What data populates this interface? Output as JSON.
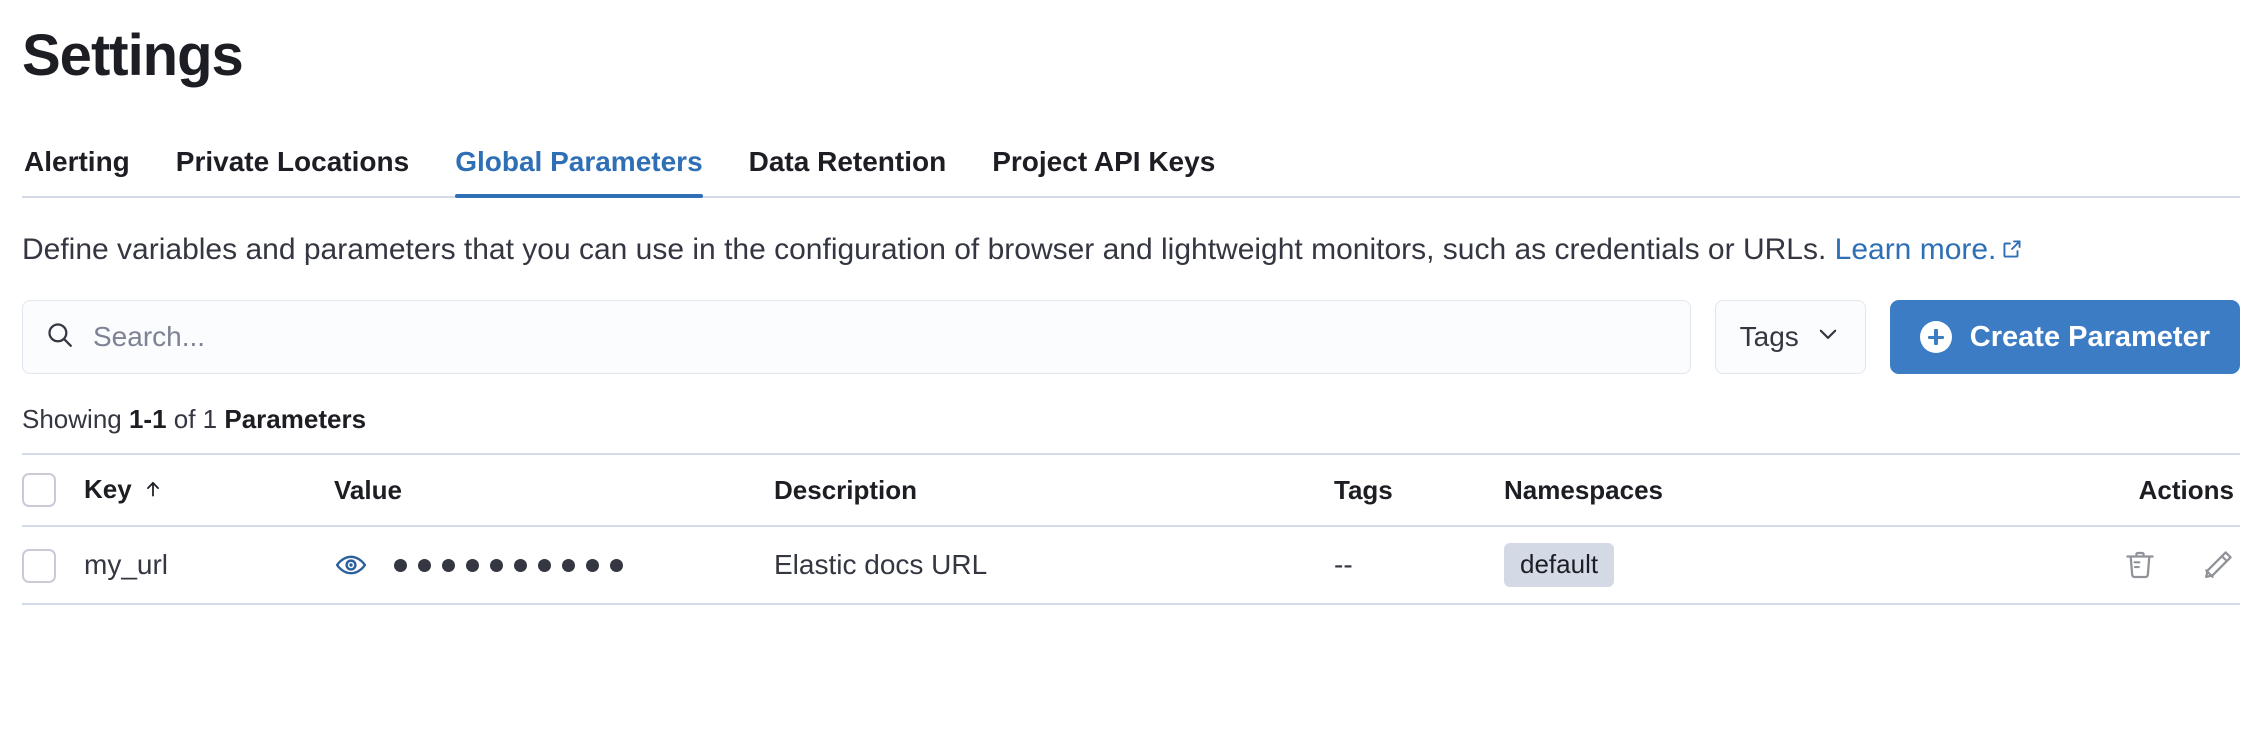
{
  "header": {
    "title": "Settings"
  },
  "tabs": [
    {
      "label": "Alerting",
      "active": false
    },
    {
      "label": "Private Locations",
      "active": false
    },
    {
      "label": "Global Parameters",
      "active": true
    },
    {
      "label": "Data Retention",
      "active": false
    },
    {
      "label": "Project API Keys",
      "active": false
    }
  ],
  "description": {
    "text": "Define variables and parameters that you can use in the configuration of browser and lightweight monitors, such as credentials or URLs.",
    "link_text": "Learn more.",
    "link_icon": "external-link-icon"
  },
  "controls": {
    "search_placeholder": "Search...",
    "search_value": "",
    "search_icon": "search-icon",
    "tags_label": "Tags",
    "tags_chevron_icon": "chevron-down-icon",
    "create_label": "Create Parameter",
    "create_icon": "plus-circle-icon"
  },
  "results": {
    "showing_prefix": "Showing ",
    "range": "1-1",
    "of_text": " of 1 ",
    "entity": "Parameters"
  },
  "table": {
    "columns": [
      {
        "key": "select",
        "label": ""
      },
      {
        "key": "key",
        "label": "Key",
        "sort_icon": "sort-ascending-arrow-icon"
      },
      {
        "key": "value",
        "label": "Value"
      },
      {
        "key": "description",
        "label": "Description"
      },
      {
        "key": "tags",
        "label": "Tags"
      },
      {
        "key": "namespaces",
        "label": "Namespaces"
      },
      {
        "key": "actions",
        "label": "Actions"
      }
    ],
    "rows": [
      {
        "key": "my_url",
        "value_masked_dots": 10,
        "value_reveal_icon": "eye-icon",
        "description": "Elastic docs URL",
        "tags": "--",
        "namespaces": "default",
        "actions": [
          "trash-icon",
          "pencil-icon"
        ]
      }
    ]
  },
  "colors": {
    "accent_blue": "#3c7cc4",
    "tab_active_blue": "#2f6fb5",
    "link_blue": "#2f6fb5",
    "text_dark": "#1d1e24",
    "text_body": "#343741",
    "border": "#d3dae6",
    "badge_bg": "#d3dae6",
    "input_bg": "#fbfcfd"
  }
}
